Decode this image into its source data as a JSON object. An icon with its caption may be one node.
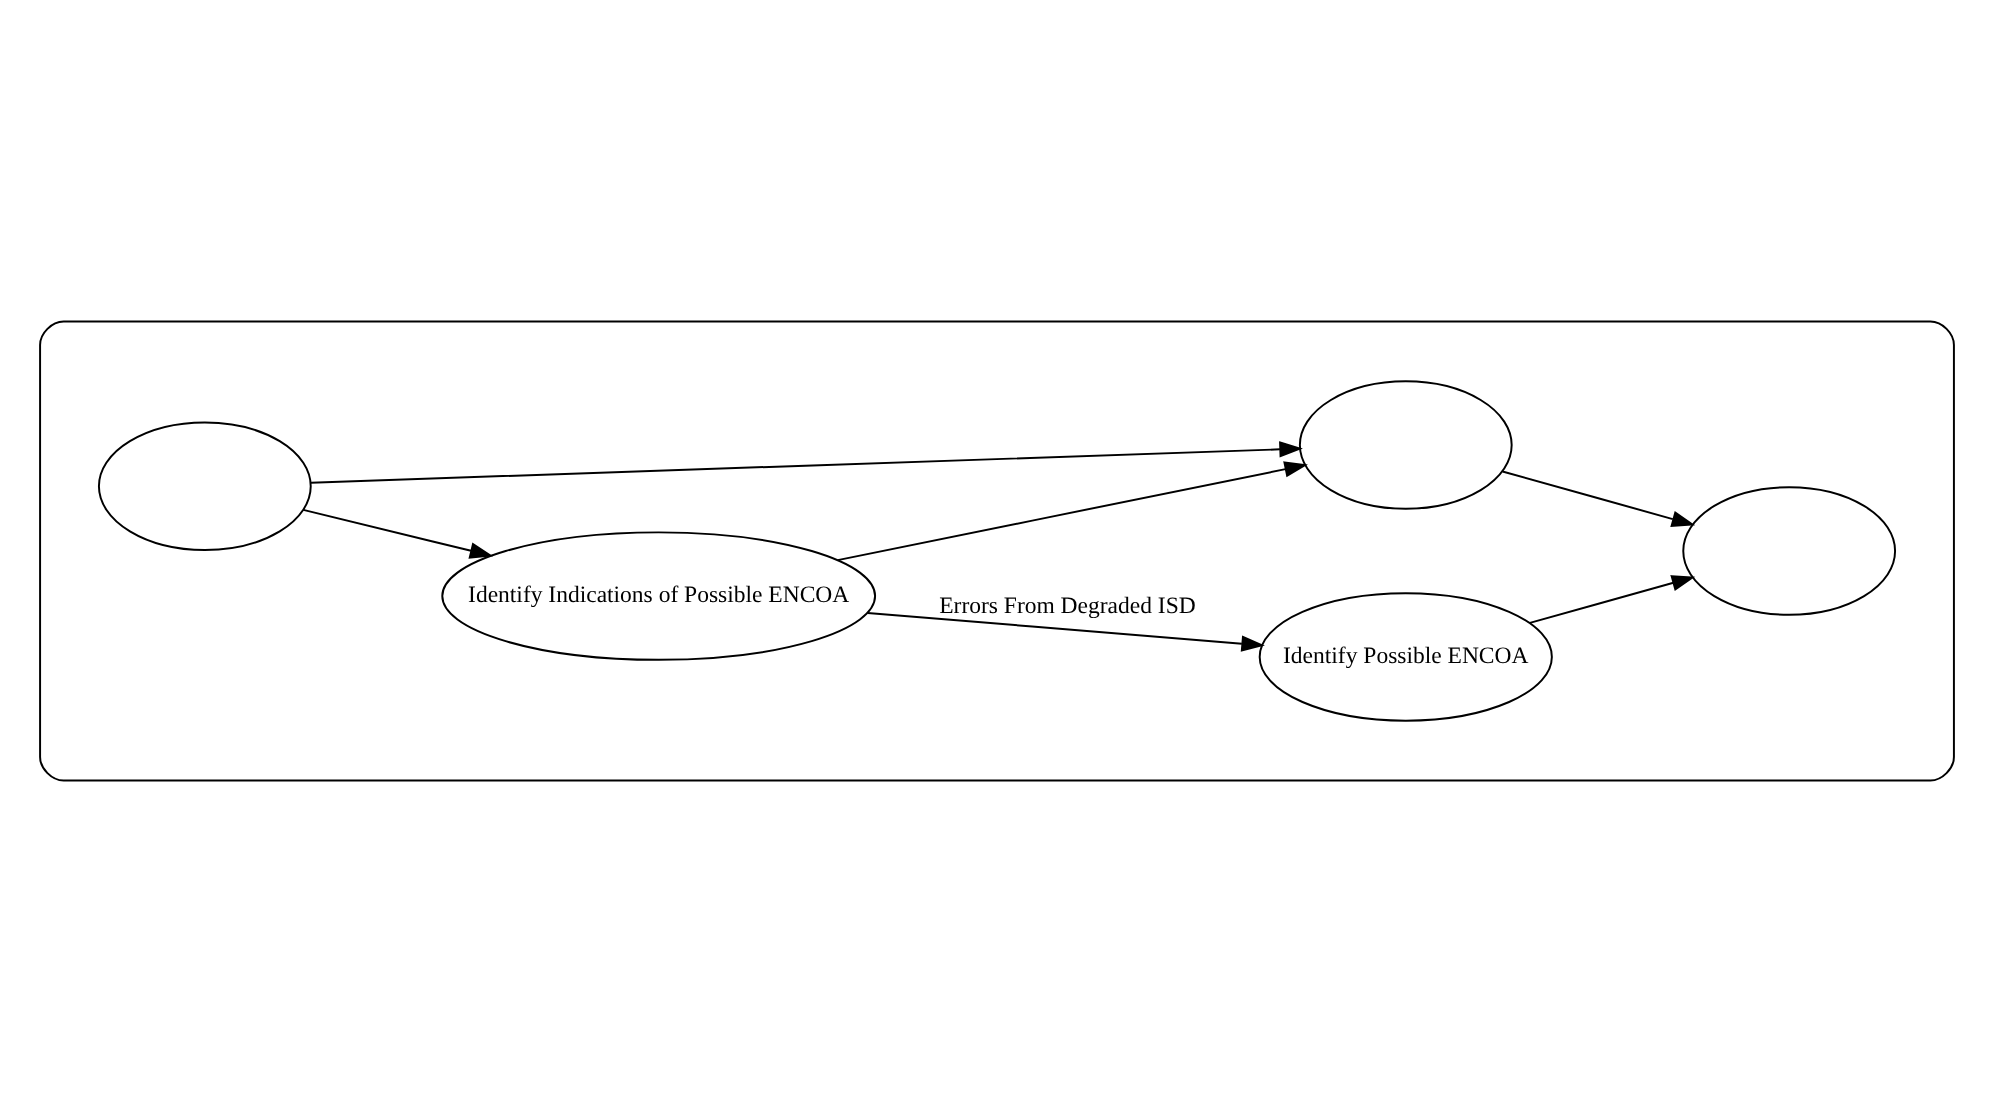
{
  "diagram": {
    "nodes": [
      {
        "text": [],
        "shape": "ellipse"
      },
      {
        "text": [
          "Identify Indications of Possible ENCOA"
        ],
        "in": 0
      },
      {
        "text": [
          "Identify Possible ENCOA"
        ],
        "in": 0
      },
      {
        "text": [],
        "shape": "ellipse",
        "in": 0
      },
      {
        "text": [],
        "shape": "ellipse",
        "in": 0
      },
      {
        "text": [],
        "shape": "ellipse",
        "in": 0
      }
    ],
    "edges": [
      {
        "from": 3,
        "to": 1,
        "arrow": "to"
      },
      {
        "from": 3,
        "to": 4,
        "arrow": "to"
      },
      {
        "from": 1,
        "to": 4,
        "arrow": "to"
      },
      {
        "from": 1,
        "to": 2,
        "arrow": "to",
        "label": "Errors From Degraded ISD"
      },
      {
        "from": 2,
        "to": 5,
        "arrow": "to"
      },
      {
        "from": 4,
        "to": 5,
        "arrow": "to"
      }
    ]
  }
}
